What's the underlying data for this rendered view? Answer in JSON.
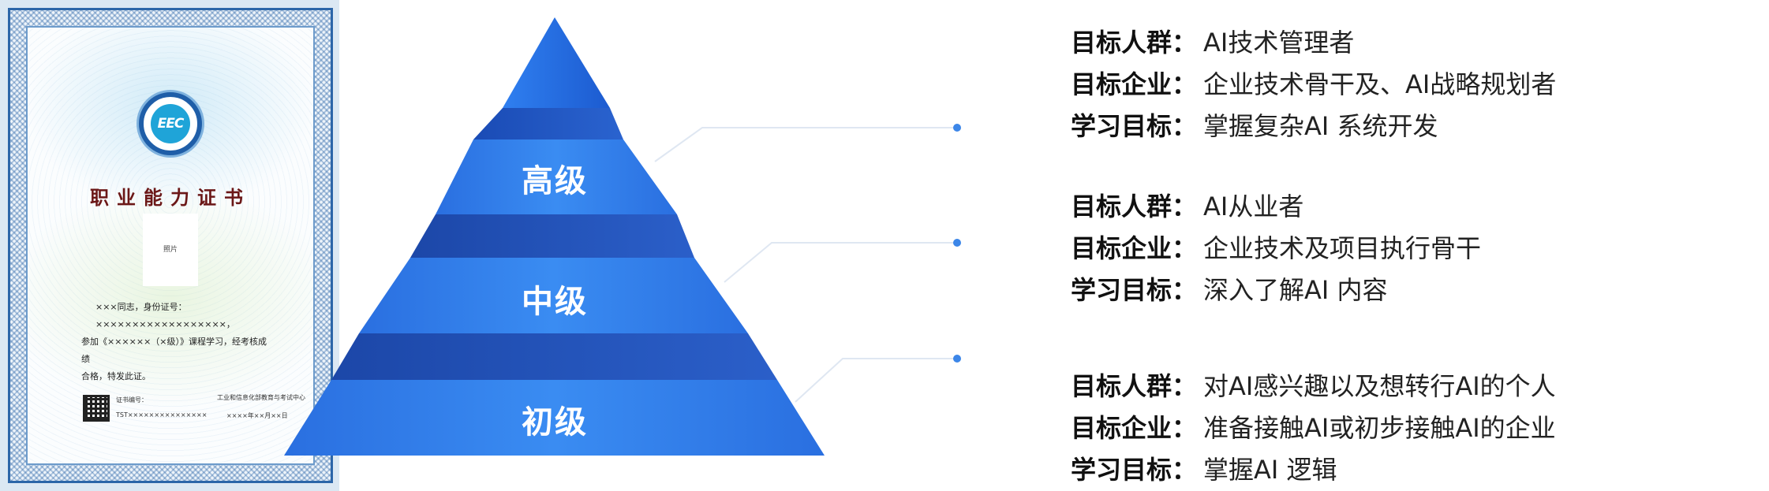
{
  "certificate": {
    "seal_text": "EEC",
    "title": "职业能力证书",
    "photo_label": "照片",
    "body_line1": "×××同志，身份证号：××××××××××××××××××，",
    "body_line2": "参加《××××××（×级）》课程学习，经考核成绩",
    "body_line3": "合格，特发此证。",
    "cert_no_label": "证书编号：",
    "cert_no": "TST×××××××××××××××",
    "issuer": "工业和信息化部教育与考试中心",
    "issue_date": "××××年××月××日"
  },
  "pyramid": {
    "tiers": [
      {
        "label": "高级"
      },
      {
        "label": "中级"
      },
      {
        "label": "初级"
      }
    ],
    "colors": {
      "light": "#3a8cf0",
      "mid": "#2b6fdc",
      "dark": "#1a4bb5"
    }
  },
  "levels": [
    {
      "rows": [
        {
          "key": "目标人群：",
          "value": "AI技术管理者"
        },
        {
          "key": "目标企业：",
          "value": "企业技术骨干及、AI战略规划者"
        },
        {
          "key": "学习目标：",
          "value": "掌握复杂AI 系统开发"
        }
      ]
    },
    {
      "rows": [
        {
          "key": "目标人群：",
          "value": "AI从业者"
        },
        {
          "key": "目标企业：",
          "value": "企业技术及项目执行骨干"
        },
        {
          "key": "学习目标：",
          "value": "深入了解AI 内容"
        }
      ]
    },
    {
      "rows": [
        {
          "key": "目标人群：",
          "value": "对AI感兴趣以及想转行AI的个人"
        },
        {
          "key": "目标企业：",
          "value": "准备接触AI或初步接触AI的企业"
        },
        {
          "key": "学习目标：",
          "value": "掌握AI 逻辑"
        }
      ]
    }
  ]
}
